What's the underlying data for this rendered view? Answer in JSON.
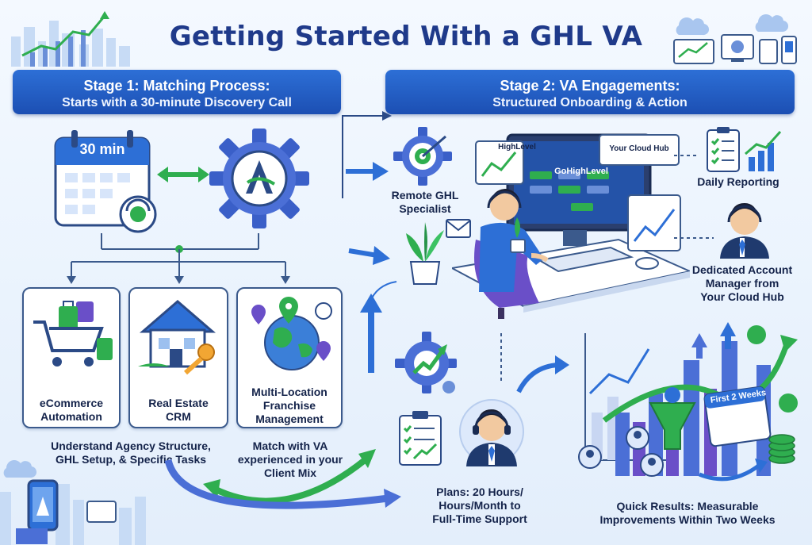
{
  "title": "Getting Started With a GHL VA",
  "stage1": {
    "title": "Stage 1: Matching Process:",
    "subtitle": "Starts with a 30-minute Discovery Call",
    "calendar_label": "30 min",
    "cards": [
      {
        "label_lines": [
          "eCommerce",
          "Automation"
        ]
      },
      {
        "label_lines": [
          "Real Estate",
          "CRM"
        ]
      },
      {
        "label_lines": [
          "Multi-Location",
          "Franchise",
          "Management"
        ]
      }
    ],
    "caption_left": [
      "Understand Agency Structure,",
      "GHL Setup, & Specific Tasks"
    ],
    "caption_right": [
      "Match with VA",
      "experienced in your",
      "Client Mix"
    ]
  },
  "stage2": {
    "title": "Stage 2: VA Engagements:",
    "subtitle": "Structured Onboarding & Action",
    "screen_labels": [
      "HighLevel",
      "GoHighLevel",
      "Your Cloud Hub"
    ],
    "remote_specialist": [
      "Remote GHL",
      "Specialist"
    ],
    "daily_reporting": "Daily Reporting",
    "account_manager": [
      "Dedicated Account",
      "Manager from",
      "Your Cloud Hub"
    ],
    "plans": [
      "Plans: 20 Hours/",
      "Hours/Month to",
      "Full-Time Support"
    ],
    "calendar_label": "First 2 Weeks",
    "quick_results": [
      "Quick Results: Measurable",
      "Improvements Within Two Weeks"
    ]
  },
  "colors": {
    "navy": "#1f3a8a",
    "banner_blue": "#1c4fb3",
    "green": "#2fae4f",
    "purple": "#6a4fc8",
    "accent_blue": "#2d6fd6"
  }
}
